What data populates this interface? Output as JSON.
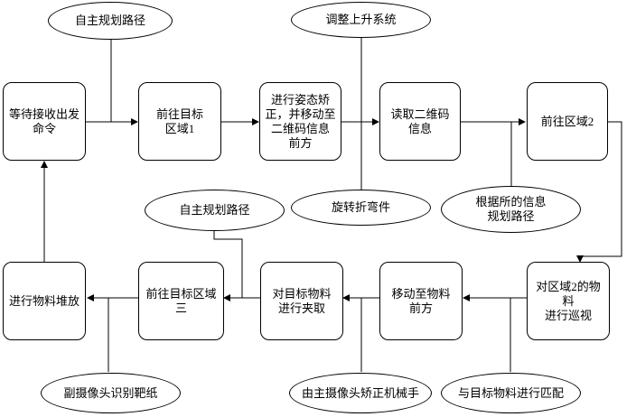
{
  "steps": {
    "wait_command": "等待接收出发\n命令",
    "go_area1": "前往目标\n区域1",
    "adjust_move": "进行姿态矫\n正，并移动至\n二维码信息\n前方",
    "read_qr": "读取二维码\n信息",
    "go_area2": "前往区域2",
    "patrol_area2": "对区域2的物料\n进行巡视",
    "move_to_material": "移动至物料\n前方",
    "grab_material": "对目标物料\n进行夹取",
    "go_area3": "前往目标区域\n三",
    "stack_material": "进行物料堆放"
  },
  "notes": {
    "auto_path_top": "自主规划路径",
    "adjust_lift": "调整上升系统",
    "rotate_arm": "旋转折弯件",
    "plan_by_info": "根据所的信息\n规划路径",
    "auto_path_bottom": "自主规划路径",
    "aux_camera": "副摄像头识别靶纸",
    "main_camera": "由主摄像头矫正机械手",
    "match_material": "与目标物料进行匹配"
  }
}
